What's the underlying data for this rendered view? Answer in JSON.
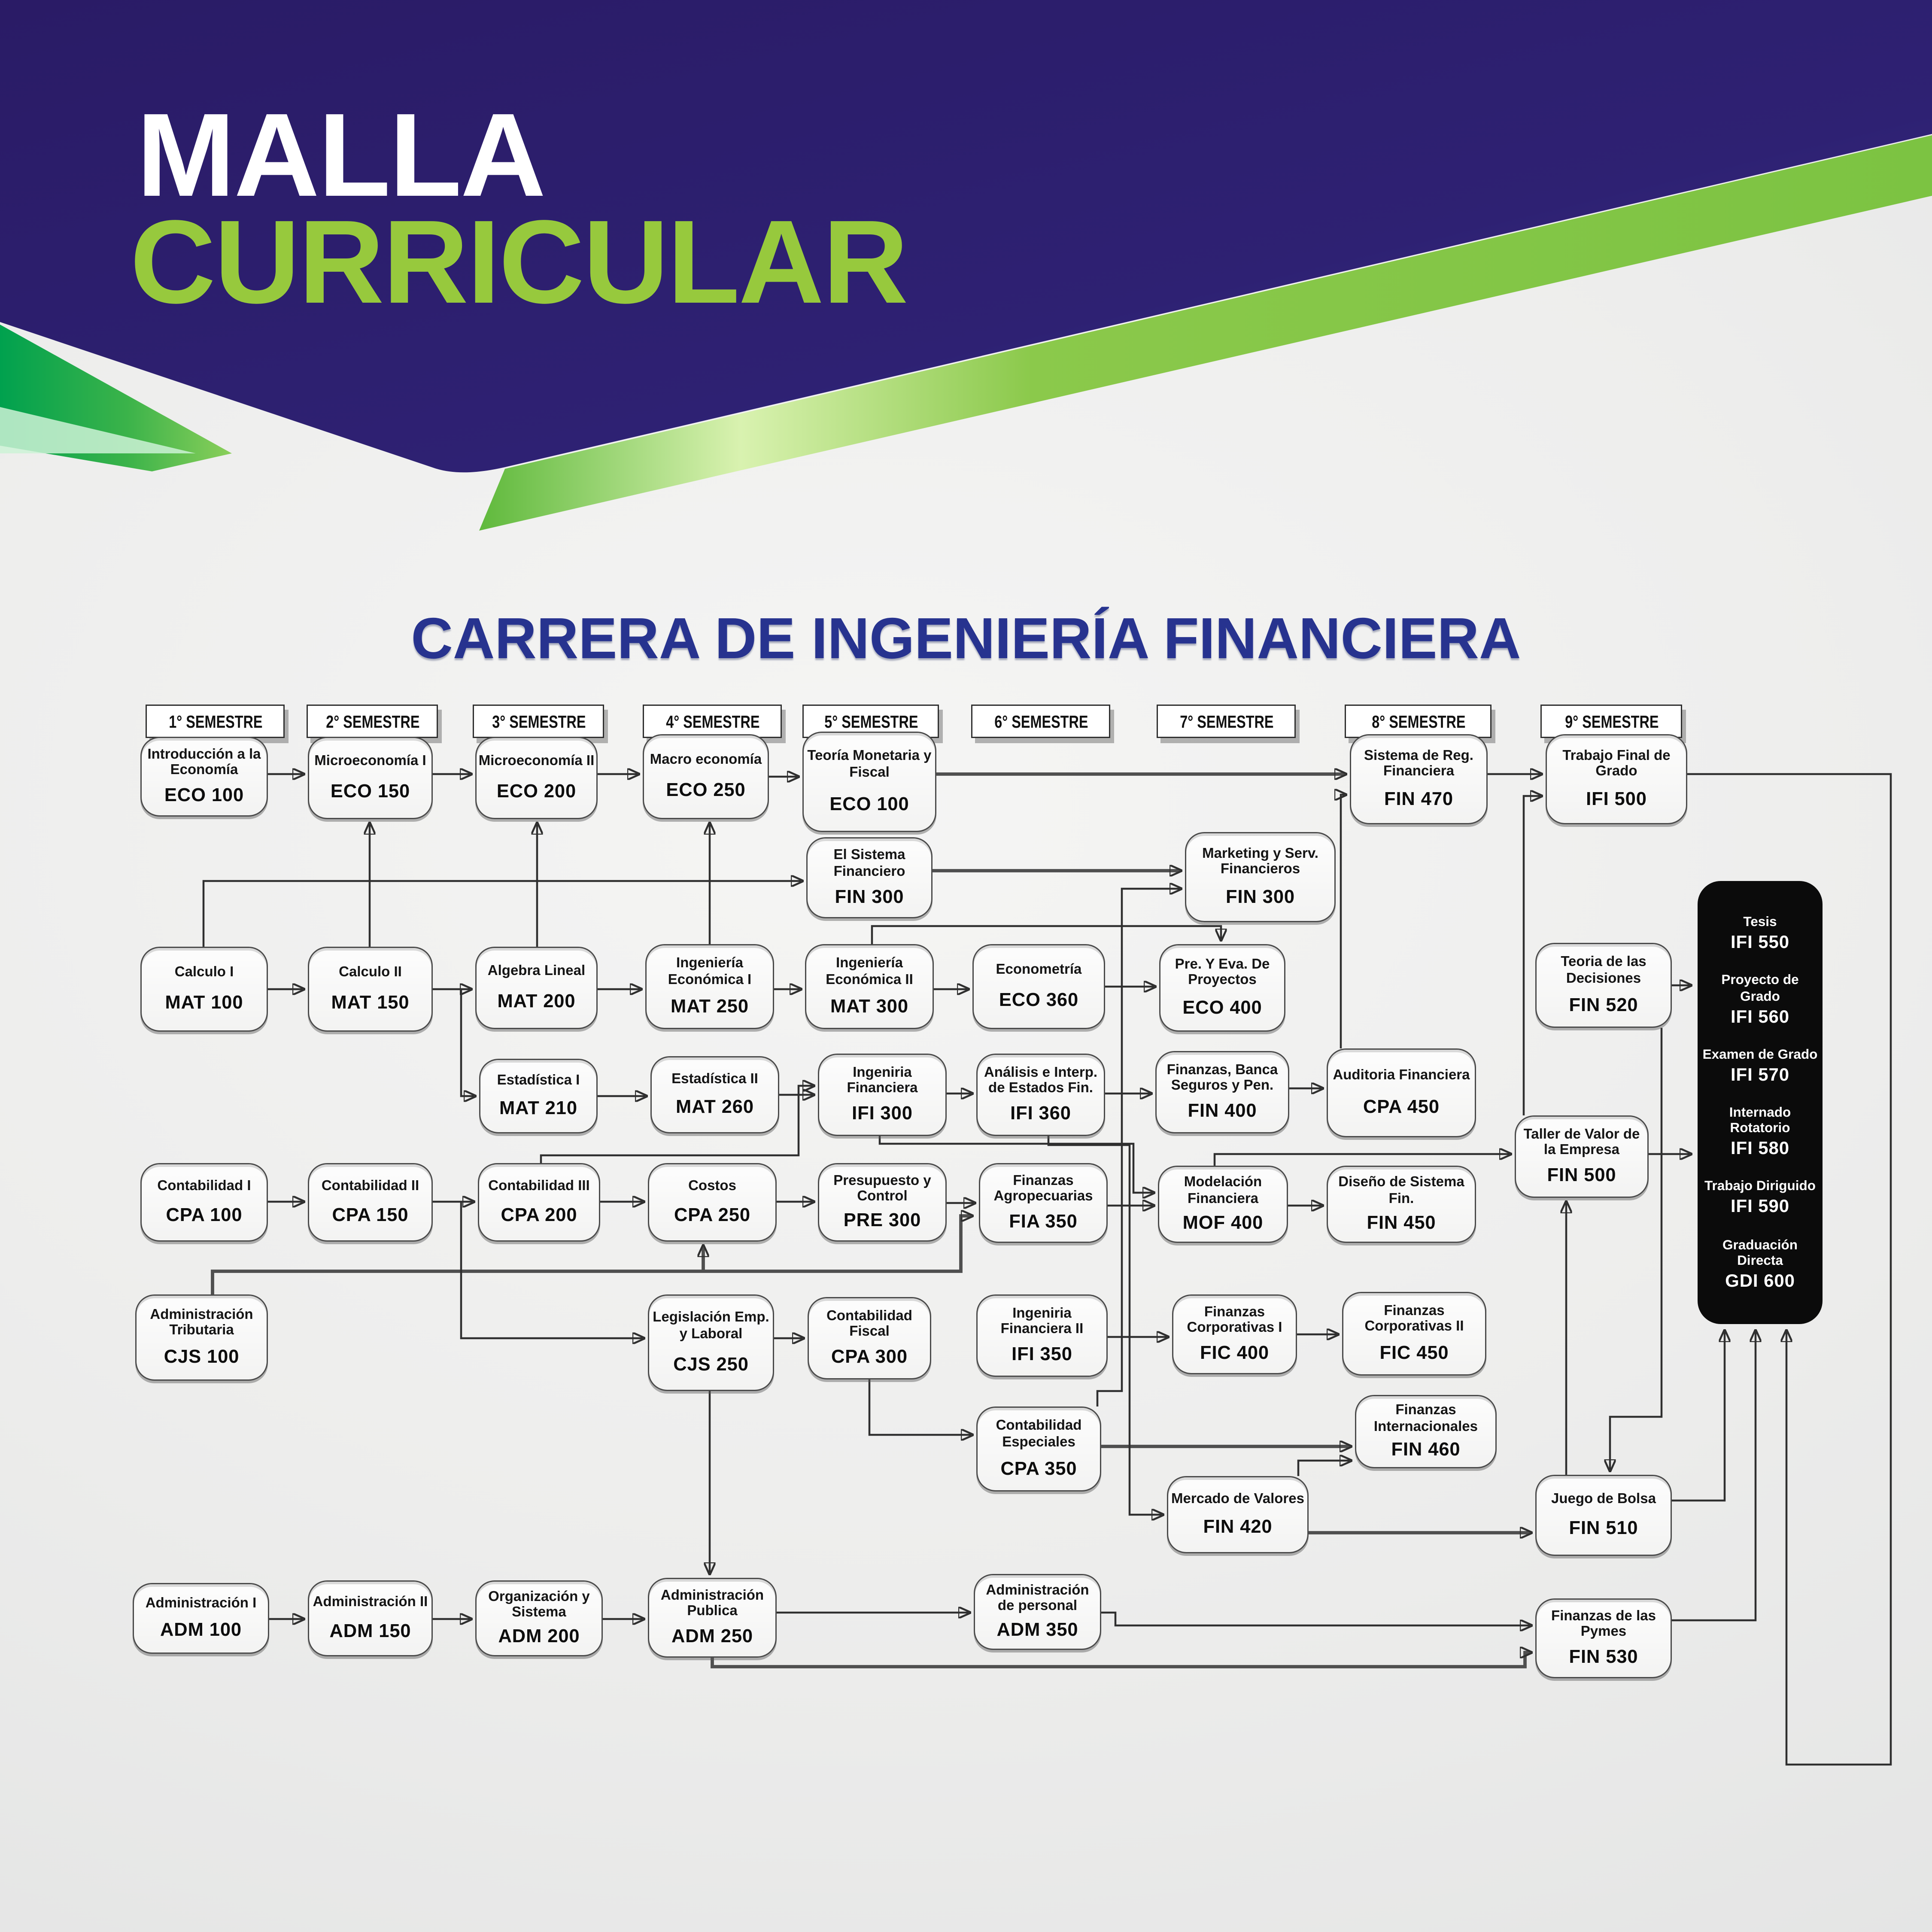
{
  "header": {
    "title_line1": "MALLA",
    "title_line2": "CURRICULAR"
  },
  "diagram": {
    "title": "CARRERA DE INGENIERÍA FINANCIERA"
  },
  "colors": {
    "purple": "#2b1d6c",
    "purple_light": "#453b91",
    "green": "#97c93d",
    "green_dark": "#00a14e",
    "title_blue": "#27338f",
    "line": "#2f2f2f",
    "grado_bg": "#0b0b0b"
  },
  "semesters": [
    {
      "label": "1° SEMESTRE"
    },
    {
      "label": "2° SEMESTRE"
    },
    {
      "label": "3° SEMESTRE"
    },
    {
      "label": "4° SEMESTRE"
    },
    {
      "label": "5° SEMESTRE"
    },
    {
      "label": "6° SEMESTRE"
    },
    {
      "label": "7° SEMESTRE"
    },
    {
      "label": "8° SEMESTRE"
    },
    {
      "label": "9° SEMESTRE"
    }
  ],
  "courses": {
    "eco100": {
      "name": "Introducción a la Economía",
      "code": "ECO 100"
    },
    "eco150": {
      "name": "Microeconomía I",
      "code": "ECO 150"
    },
    "eco200": {
      "name": "Microeconomía II",
      "code": "ECO 200"
    },
    "eco250": {
      "name": "Macro economía",
      "code": "ECO 250"
    },
    "eco100t": {
      "name": "Teoría Monetaria y Fiscal",
      "code": "ECO 100"
    },
    "fin470": {
      "name": "Sistema de Reg. Financiera",
      "code": "FIN 470"
    },
    "ifi500": {
      "name": "Trabajo Final de Grado",
      "code": "IFI 500"
    },
    "fin300s": {
      "name": "El Sistema Financiero",
      "code": "FIN 300"
    },
    "fin300m": {
      "name": "Marketing y Serv. Financieros",
      "code": "FIN 300"
    },
    "mat100": {
      "name": "Calculo I",
      "code": "MAT 100"
    },
    "mat150": {
      "name": "Calculo II",
      "code": "MAT 150"
    },
    "mat200": {
      "name": "Algebra Lineal",
      "code": "MAT 200"
    },
    "mat250": {
      "name": "Ingeniería Económica I",
      "code": "MAT 250"
    },
    "mat300": {
      "name": "Ingeniería Económica II",
      "code": "MAT 300"
    },
    "eco360": {
      "name": "Econometría",
      "code": "ECO 360"
    },
    "eco400": {
      "name": "Pre. Y Eva. De Proyectos",
      "code": "ECO 400"
    },
    "fin520": {
      "name": "Teoria de las Decisiones",
      "code": "FIN 520"
    },
    "mat210": {
      "name": "Estadística I",
      "code": "MAT 210"
    },
    "mat260": {
      "name": "Estadística II",
      "code": "MAT 260"
    },
    "ifi300": {
      "name": "Ingeniria Financiera",
      "code": "IFI 300"
    },
    "ifi360": {
      "name": "Análisis e Interp. de Estados Fin.",
      "code": "IFI 360"
    },
    "fin400": {
      "name": "Finanzas, Banca Seguros y Pen.",
      "code": "FIN 400"
    },
    "cpa450": {
      "name": "Auditoria Financiera",
      "code": "CPA 450"
    },
    "fin500": {
      "name": "Taller de Valor de la Empresa",
      "code": "FIN 500"
    },
    "cpa100": {
      "name": "Contabilidad I",
      "code": "CPA 100"
    },
    "cpa150": {
      "name": "Contabilidad II",
      "code": "CPA 150"
    },
    "cpa200": {
      "name": "Contabilidad III",
      "code": "CPA 200"
    },
    "cpa250": {
      "name": "Costos",
      "code": "CPA 250"
    },
    "pre300": {
      "name": "Presupuesto y Control",
      "code": "PRE 300"
    },
    "fia350": {
      "name": "Finanzas Agropecuarias",
      "code": "FIA 350"
    },
    "mof400": {
      "name": "Modelación Financiera",
      "code": "MOF 400"
    },
    "fin450": {
      "name": "Diseño de Sistema Fin.",
      "code": "FIN 450"
    },
    "cjs100": {
      "name": "Administración Tributaria",
      "code": "CJS 100"
    },
    "cjs250": {
      "name": "Legislación Emp. y Laboral",
      "code": "CJS 250"
    },
    "cpa300": {
      "name": "Contabilidad Fiscal",
      "code": "CPA 300"
    },
    "ifi350": {
      "name": "Ingeniria Financiera II",
      "code": "IFI 350"
    },
    "fic400": {
      "name": "Finanzas Corporativas I",
      "code": "FIC 400"
    },
    "fic450": {
      "name": "Finanzas Corporativas II",
      "code": "FIC 450"
    },
    "cpa350": {
      "name": "Contabilidad Especiales",
      "code": "CPA 350"
    },
    "fin460": {
      "name": "Finanzas Internacionales",
      "code": "FIN 460"
    },
    "fin420": {
      "name": "Mercado de Valores",
      "code": "FIN 420"
    },
    "fin510": {
      "name": "Juego de Bolsa",
      "code": "FIN 510"
    },
    "adm100": {
      "name": "Administración I",
      "code": "ADM 100"
    },
    "adm150": {
      "name": "Administración II",
      "code": "ADM 150"
    },
    "adm200": {
      "name": "Organización y Sistema",
      "code": "ADM 200"
    },
    "adm250": {
      "name": "Administración Publica",
      "code": "ADM 250"
    },
    "adm350": {
      "name": "Administración de personal",
      "code": "ADM 350"
    },
    "fin530": {
      "name": "Finanzas de las Pymes",
      "code": "FIN 530"
    }
  },
  "grado": {
    "entries": [
      {
        "name": "Tesis",
        "code": "IFI 550"
      },
      {
        "name": "Proyecto de Grado",
        "code": "IFI 560"
      },
      {
        "name": "Examen de Grado",
        "code": "IFI 570"
      },
      {
        "name": "Internado Rotatorio",
        "code": "IFI 580"
      },
      {
        "name": "Trabajo Diriguido",
        "code": "IFI 590"
      },
      {
        "name": "Graduación Directa",
        "code": "GDI 600"
      }
    ]
  },
  "edges": [
    {
      "from": "eco100",
      "to": "eco150"
    },
    {
      "from": "eco150",
      "to": "eco200"
    },
    {
      "from": "eco200",
      "to": "eco250"
    },
    {
      "from": "eco250",
      "to": "eco100t"
    },
    {
      "from": "fin470",
      "to": "ifi500"
    },
    {
      "from": "eco100t",
      "to": "fin470"
    },
    {
      "from": "cpa450",
      "to": "fin470"
    },
    {
      "from": "fin500",
      "to": "ifi500"
    },
    {
      "from": "ifi500",
      "to": "grado"
    },
    {
      "from": "mat100",
      "to": "mat150"
    },
    {
      "from": "mat150",
      "to": "mat200"
    },
    {
      "from": "mat200",
      "to": "mat250"
    },
    {
      "from": "mat250",
      "to": "mat300"
    },
    {
      "from": "mat300",
      "to": "eco360"
    },
    {
      "from": "eco360",
      "to": "eco400"
    },
    {
      "from": "mat300",
      "to": "eco400"
    },
    {
      "from": "mat150",
      "to": "eco150"
    },
    {
      "from": "mat200",
      "to": "eco200"
    },
    {
      "from": "mat250",
      "to": "eco250"
    },
    {
      "from": "mat100",
      "to": "fin300s"
    },
    {
      "from": "fin300s",
      "to": "fin300m"
    },
    {
      "from": "mat150",
      "to": "mat210"
    },
    {
      "from": "mat210",
      "to": "mat260"
    },
    {
      "from": "mat260",
      "to": "ifi300"
    },
    {
      "from": "ifi300",
      "to": "ifi360"
    },
    {
      "from": "ifi360",
      "to": "fin400"
    },
    {
      "from": "fin400",
      "to": "cpa450"
    },
    {
      "from": "cpa100",
      "to": "cpa150"
    },
    {
      "from": "cpa150",
      "to": "cpa200"
    },
    {
      "from": "cpa200",
      "to": "cpa250"
    },
    {
      "from": "cpa250",
      "to": "pre300"
    },
    {
      "from": "pre300",
      "to": "fia350"
    },
    {
      "from": "fia350",
      "to": "mof400"
    },
    {
      "from": "mof400",
      "to": "fin450"
    },
    {
      "from": "cpa200",
      "to": "ifi300"
    },
    {
      "from": "ifi300",
      "to": "mof400"
    },
    {
      "from": "mof400",
      "to": "fin500"
    },
    {
      "from": "fin500",
      "to": "grado"
    },
    {
      "from": "fin520",
      "to": "grado"
    },
    {
      "from": "cjs100",
      "to": "cpa250"
    },
    {
      "from": "cjs100",
      "to": "fia350"
    },
    {
      "from": "cpa150",
      "to": "cjs250"
    },
    {
      "from": "cjs250",
      "to": "cpa300"
    },
    {
      "from": "cjs250",
      "to": "adm250"
    },
    {
      "from": "ifi350",
      "to": "fic400"
    },
    {
      "from": "fic400",
      "to": "fic450"
    },
    {
      "from": "cpa300",
      "to": "cpa350"
    },
    {
      "from": "cpa350",
      "to": "fin460"
    },
    {
      "from": "cpa350",
      "to": "fin300m"
    },
    {
      "from": "ifi360",
      "to": "fin420"
    },
    {
      "from": "fin420",
      "to": "fin460"
    },
    {
      "from": "fin420",
      "to": "fin510"
    },
    {
      "from": "fin510",
      "to": "fin500"
    },
    {
      "from": "fin520",
      "to": "fin510"
    },
    {
      "from": "fin510",
      "to": "grado"
    },
    {
      "from": "fin530",
      "to": "grado"
    },
    {
      "from": "adm100",
      "to": "adm150"
    },
    {
      "from": "adm150",
      "to": "adm200"
    },
    {
      "from": "adm200",
      "to": "adm250"
    },
    {
      "from": "adm250",
      "to": "adm350"
    },
    {
      "from": "adm350",
      "to": "fin530"
    },
    {
      "from": "adm250",
      "to": "fin530"
    }
  ]
}
